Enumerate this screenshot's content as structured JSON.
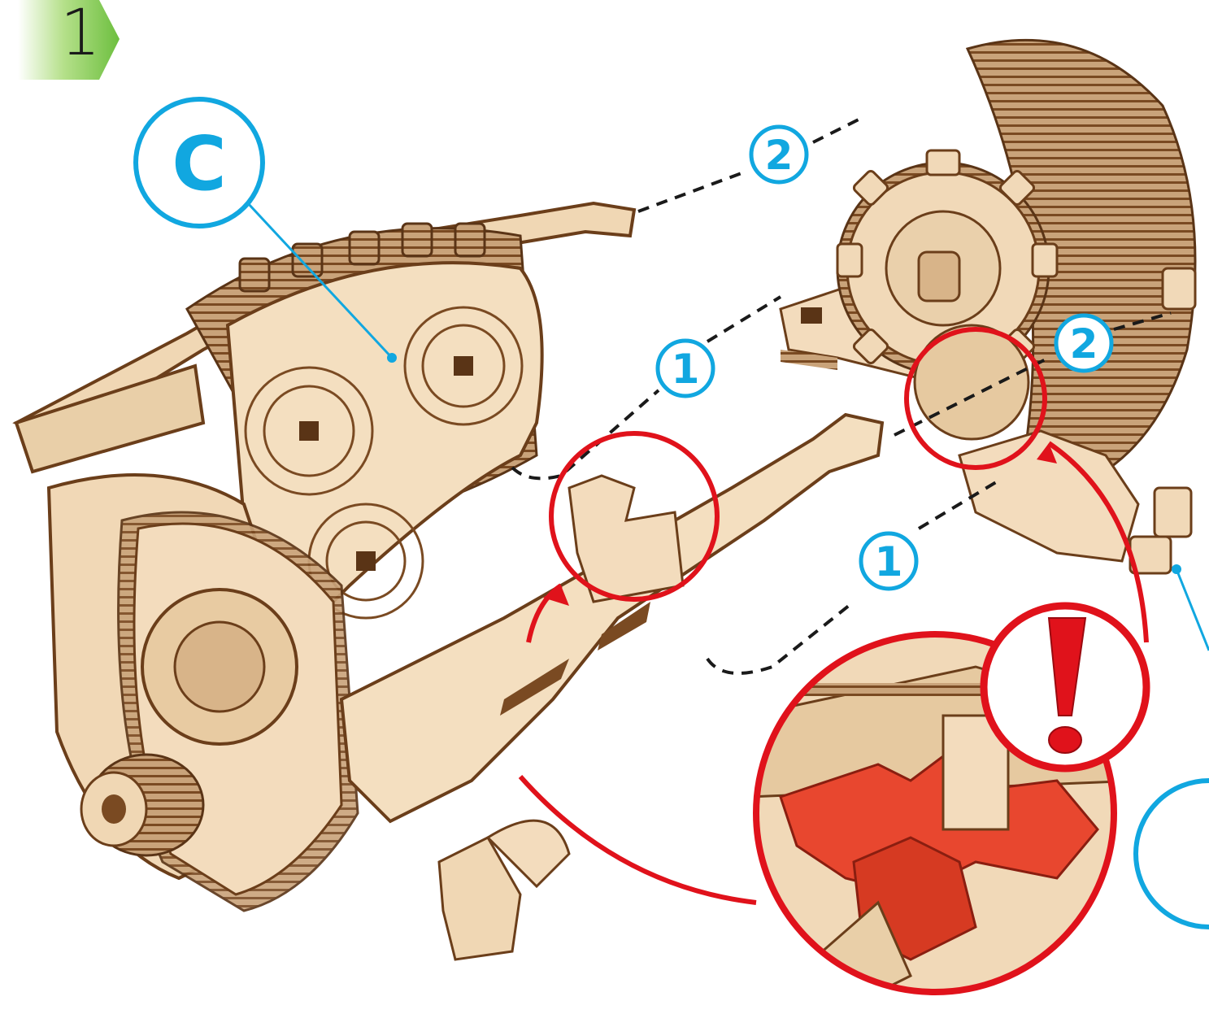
{
  "step": {
    "number": "1",
    "accent_color": "#6dbf3f"
  },
  "part": {
    "letter": "C",
    "color": "#11a7e0"
  },
  "callouts": [
    {
      "label": "2"
    },
    {
      "label": "1"
    },
    {
      "label": "2"
    },
    {
      "label": "1"
    }
  ],
  "warning": {
    "icon": "exclamation-icon",
    "color": "#e0121b"
  },
  "colors": {
    "wood_light": "#f2dcbf",
    "wood_edge": "#8b5a2b",
    "highlight_red": "#e8472f"
  }
}
